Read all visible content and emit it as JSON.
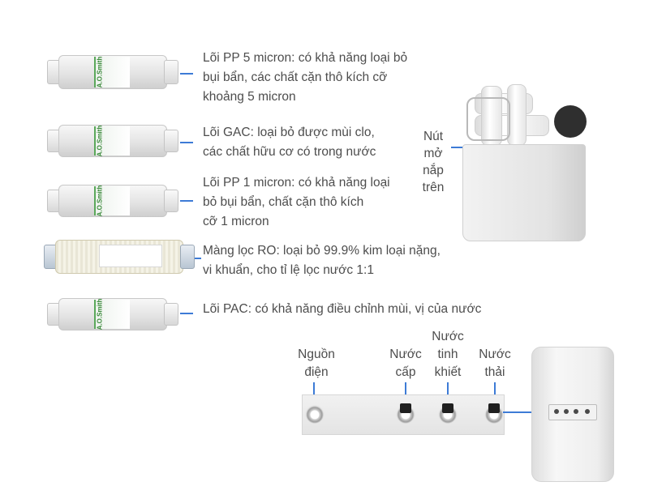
{
  "filters": [
    {
      "name": "Lõi PP 5 micron",
      "desc_lines": [
        "Lõi PP 5 micron: có khả năng loại bỏ",
        "bụi bẩn, các chất cặn thô kích cỡ",
        "khoảng 5 micron"
      ]
    },
    {
      "name": "Lõi GAC",
      "desc_lines": [
        "Lõi GAC: loại bỏ được mùi clo,",
        "các chất hữu cơ có trong nước"
      ]
    },
    {
      "name": "Lõi PP 1 micron",
      "desc_lines": [
        "Lõi PP 1 micron: có khả năng loại",
        "bỏ bụi bẩn, chất cặn thô kích",
        "cỡ 1 micron"
      ]
    },
    {
      "name": "Màng lọc RO",
      "desc_lines": [
        "Màng lọc RO: loại bỏ 99.9% kim loại nặng,",
        "vi khuẩn, cho tỉ lệ lọc nước 1:1"
      ]
    },
    {
      "name": "Lõi PAC",
      "desc_lines": [
        "Lõi PAC: có khả năng điều chỉnh mùi, vị của nước"
      ]
    }
  ],
  "brand": {
    "logo_text": "A.O.Smith"
  },
  "top_device": {
    "button_label_lines": [
      "Nút",
      "mở",
      "nắp",
      "trên"
    ]
  },
  "ports": [
    {
      "label_lines": [
        "Nguồn",
        "điện"
      ]
    },
    {
      "label_lines": [
        "Nước",
        "cấp"
      ]
    },
    {
      "label_lines": [
        "Nước",
        "tinh",
        "khiết"
      ]
    },
    {
      "label_lines": [
        "Nước",
        "thải"
      ]
    }
  ],
  "colors": {
    "accent": "#3d7bd6",
    "text": "#4d4d4d",
    "brand_green": "#3a8a3a"
  },
  "icons": {
    "cartridge": "filter-cartridge-icon",
    "port": "water-port-icon",
    "device": "water-purifier-icon"
  }
}
